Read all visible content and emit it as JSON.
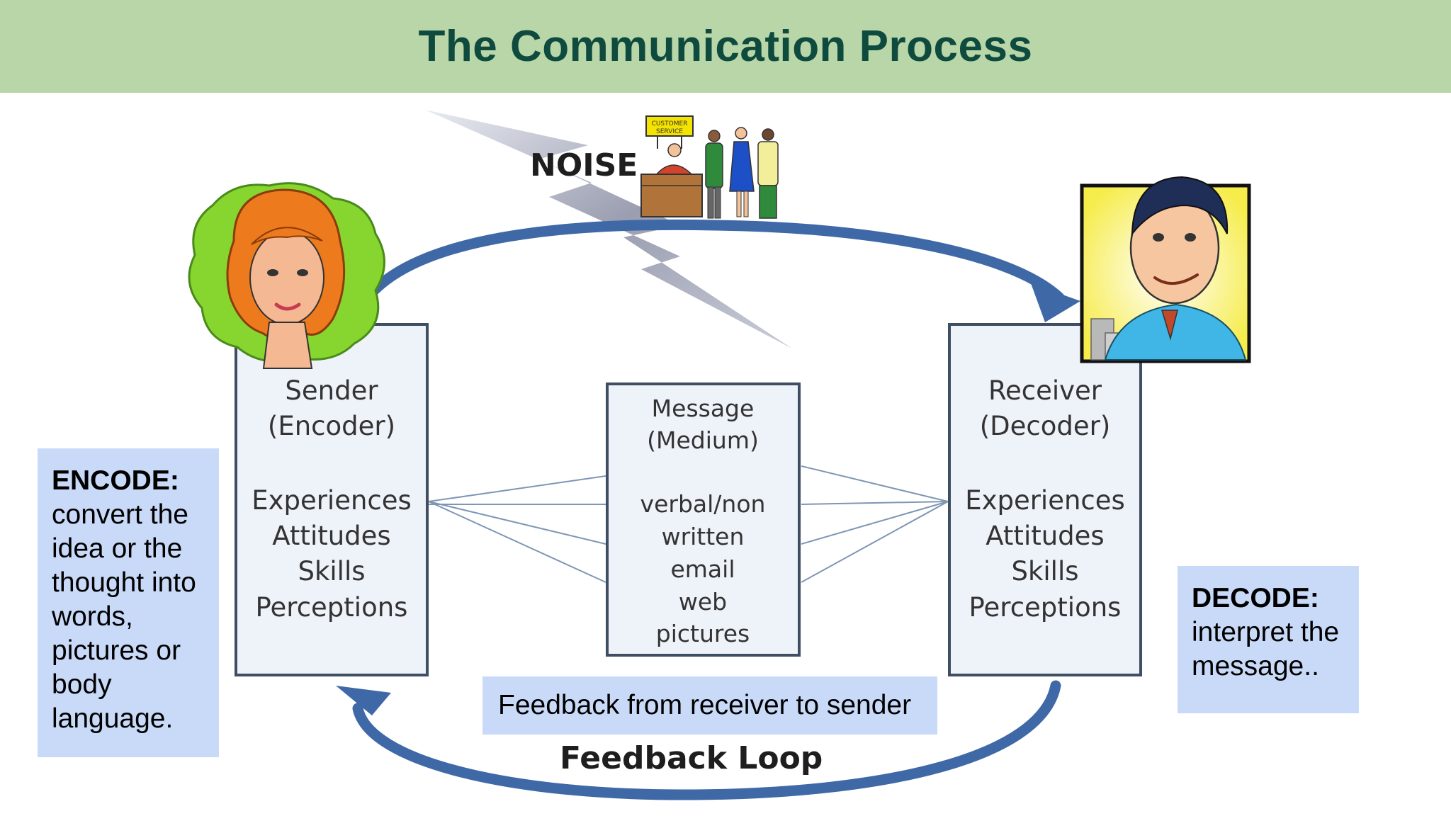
{
  "title": "The Communication Process",
  "noise_label": "NOISE",
  "desk_sign": [
    "CUSTOMER",
    "SERVICE"
  ],
  "sender_box": {
    "title_lines": [
      "Sender",
      "(Encoder)"
    ],
    "items": [
      "Experiences",
      "Attitudes",
      "Skills",
      "Perceptions"
    ]
  },
  "message_box": {
    "title_lines": [
      "Message",
      "(Medium)"
    ],
    "items": [
      "verbal/non",
      "written",
      "email",
      "web",
      "pictures"
    ]
  },
  "receiver_box": {
    "title_lines": [
      "Receiver",
      "(Decoder)"
    ],
    "items": [
      "Experiences",
      "Attitudes",
      "Skills",
      "Perceptions"
    ]
  },
  "encode_callout": {
    "title": "ENCODE:",
    "body": "convert the idea or the thought into words, pictures or body language."
  },
  "decode_callout": {
    "title": "DECODE:",
    "body": "interpret the message.."
  },
  "feedback_label": "Feedback from receiver to sender",
  "feedback_loop_label": "Feedback Loop",
  "colors": {
    "header_bg": "#b8d6a8",
    "title_text": "#0f4a3e",
    "arrow": "#3f69a6",
    "box_fill": "#eef2f9",
    "box_stroke": "#3f4e63",
    "callout_bg": "#c9daf8"
  }
}
